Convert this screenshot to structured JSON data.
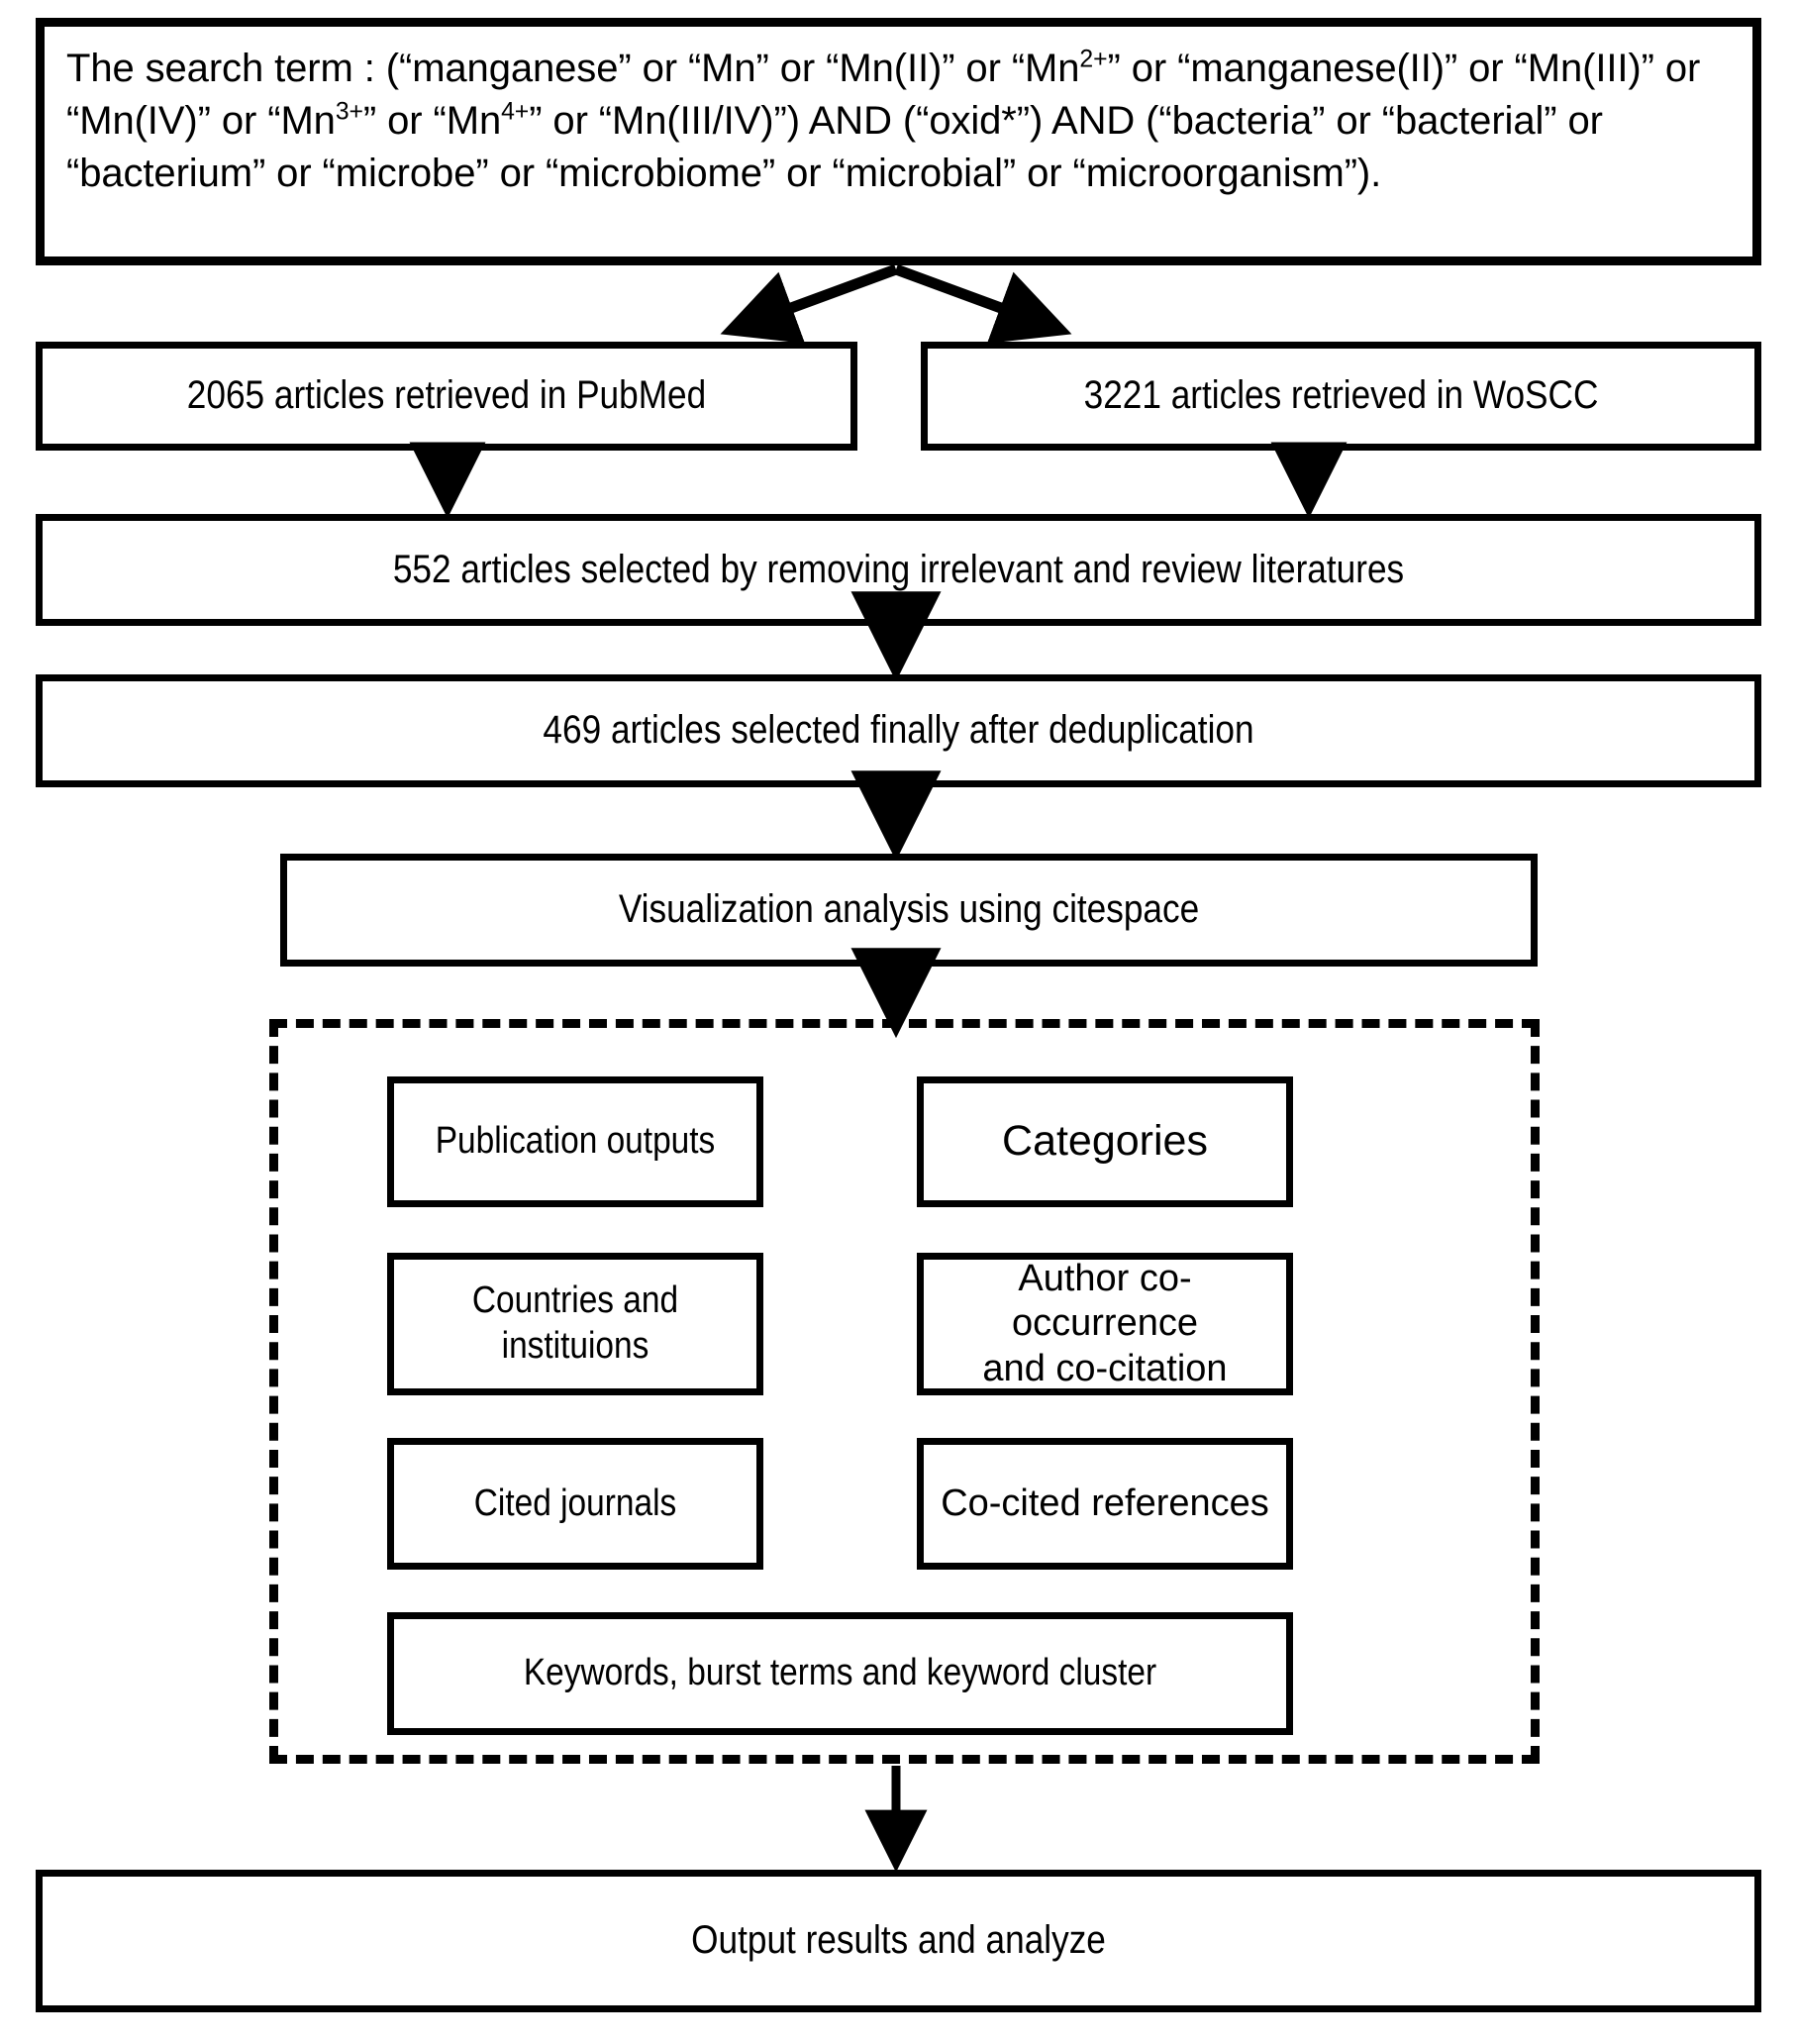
{
  "diagram": {
    "title": "Literature search and bibliometric analysis flowchart",
    "accent_color": "#000000",
    "background_color": "#ffffff"
  },
  "search_term": {
    "label_prefix": "The search term : ",
    "line1_a": "The search term : (“manganese” or “Mn” or “Mn(II)” or  “Mn",
    "line1_sup": "2+",
    "line1_b": "” or “manganese(II)” or “Mn(III)”",
    "line2_a": "or “Mn(IV)” or “Mn",
    "line2_sup1": "3+",
    "line2_b": "” or “Mn",
    "line2_sup2": "4+",
    "line2_c": "” or “Mn(III/IV)”) AND (“oxid*”) AND (“bacteria” or “bacterial” or",
    "line3": "“bacterium” or “microbe” or “microbiome” or “microbial” or “microorganism”).",
    "full_text": "The search term : (“manganese” or “Mn” or “Mn(II)” or “Mn2+” or “manganese(II)” or “Mn(III)” or “Mn(IV)” or “Mn3+” or “Mn4+” or “Mn(III/IV)”) AND (“oxid*”) AND (“bacteria” or “bacterial” or “bacterium” or “microbe” or “microbiome” or “microbial” or “microorganism”)."
  },
  "sources": {
    "pubmed": {
      "count": 2065,
      "label": "2065 articles retrieved in PubMed"
    },
    "woscc": {
      "count": 3221,
      "label": "3221 articles retrieved in WoSCC"
    }
  },
  "screening": {
    "step1": {
      "count": 552,
      "label": "552 articles selected by removing irrelevant and review literatures"
    },
    "step2": {
      "count": 469,
      "label": "469 articles selected finally after deduplication"
    }
  },
  "visualization": {
    "label": "Visualization analysis using citespace",
    "tool": "citespace"
  },
  "analysis_items": [
    {
      "id": "publication-outputs",
      "label": "Publication outputs",
      "column": "left",
      "row": 1
    },
    {
      "id": "categories",
      "label": "Categories",
      "column": "right",
      "row": 1
    },
    {
      "id": "countries-institutions",
      "label": "Countries and instituions",
      "column": "left",
      "row": 2
    },
    {
      "id": "author-cooccurrence",
      "label": "Author co-occurrence and co-citation",
      "column": "right",
      "row": 2
    },
    {
      "id": "cited-journals",
      "label": "Cited journals",
      "column": "left",
      "row": 3
    },
    {
      "id": "cocited-references",
      "label": "Co-cited references",
      "column": "right",
      "row": 3
    },
    {
      "id": "keywords",
      "label": "Keywords, burst terms and keyword cluster",
      "column": "full",
      "row": 4
    }
  ],
  "analysis_items_text": {
    "publication_outputs": "Publication outputs",
    "categories": "Categories",
    "countries_line1": "Countries and",
    "countries_line2": "instituions",
    "authors_line1": "Author co-occurrence",
    "authors_line2": "and co-citation",
    "cited_journals": "Cited journals",
    "cocited_references": "Co-cited references",
    "keywords": "Keywords, burst terms and keyword cluster"
  },
  "output": {
    "label": "Output results and analyze"
  }
}
